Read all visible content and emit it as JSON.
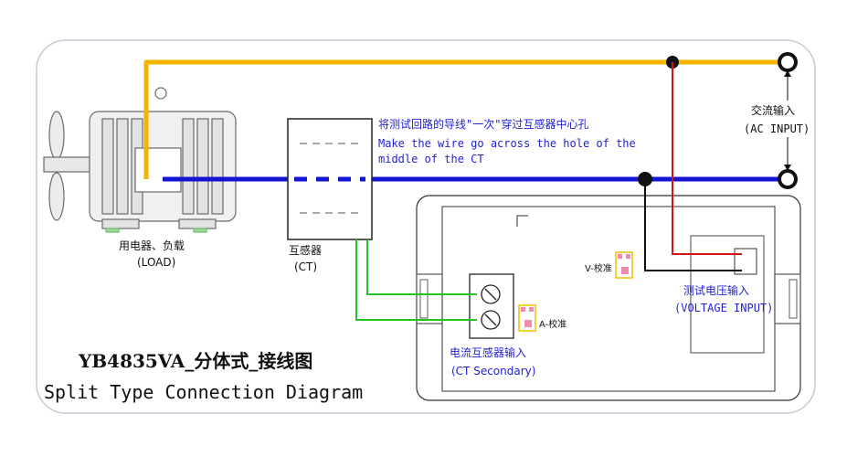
{
  "labels": {
    "instruction_cn": "将测试回路的导线\"一次\"穿过互感器中心孔",
    "instruction_en_1": "Make the wire go across the hole of the",
    "instruction_en_2": "middle of the CT",
    "ac_input_cn": "交流输入",
    "ac_input_en": "(AC INPUT)",
    "load_cn": "用电器、负载",
    "load_en": "(LOAD)",
    "ct_cn": "互感器",
    "ct_en": "(CT)",
    "v_calib": "V-校准",
    "a_calib": "A-校准",
    "voltage_input_cn": "测试电压输入",
    "voltage_input_en": "(VOLTAGE INPUT)",
    "ct_secondary_cn": "电流互感器输入",
    "ct_secondary_en": "(CT Secondary)",
    "title": "YB4835VA_分体式_接线图",
    "subtitle": "Split Type Connection Diagram"
  },
  "colors": {
    "live_wire": "#f5b400",
    "neutral_wire": "#1414d2",
    "voltage_sense": "#d21414",
    "ct_secondary": "#22c322",
    "text_blue": "#1f1fd6"
  },
  "icons": {
    "load": "motor-icon",
    "ct": "current-transformer-icon",
    "terminal": "screw-terminal-icon"
  }
}
